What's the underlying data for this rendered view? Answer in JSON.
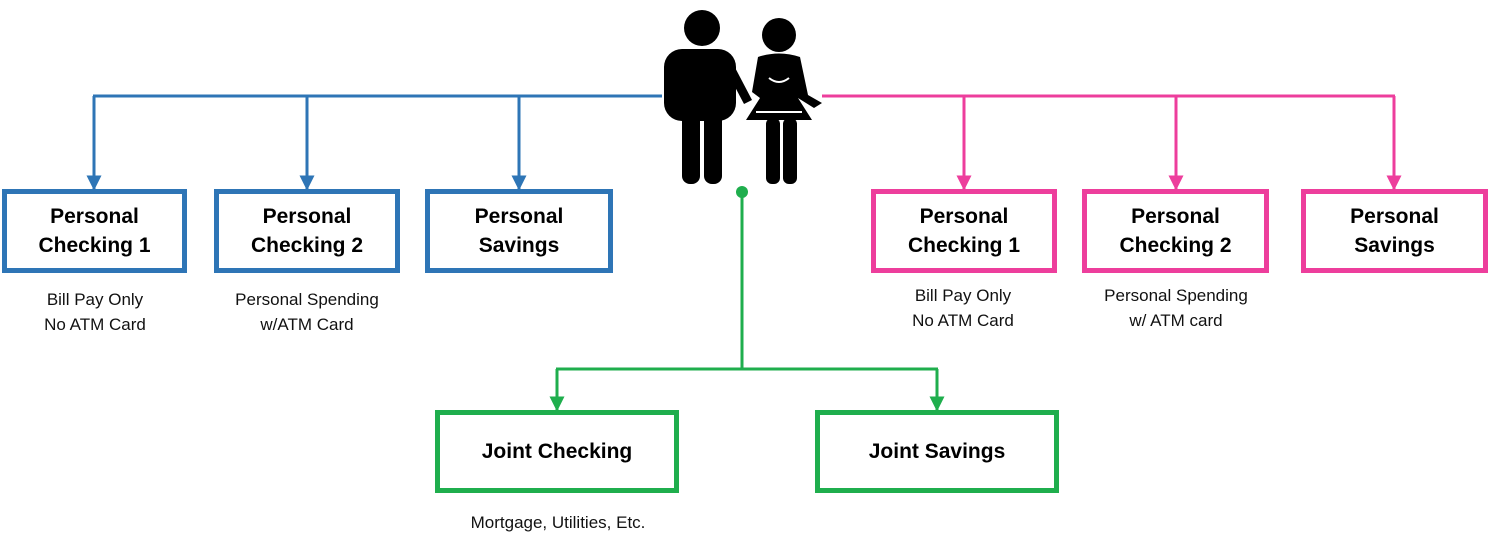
{
  "colors": {
    "left_person": "#2e75b6",
    "right_person": "#ed3e9c",
    "joint": "#1fae4d",
    "figure": "#000000"
  },
  "icons": {
    "couple": "couple-icon"
  },
  "left_accounts": [
    {
      "label": "Personal\nChecking 1",
      "note": "Bill Pay Only\nNo ATM Card"
    },
    {
      "label": "Personal\nChecking 2",
      "note": "Personal Spending\nw/ATM Card"
    },
    {
      "label": "Personal\nSavings",
      "note": ""
    }
  ],
  "right_accounts": [
    {
      "label": "Personal\nChecking 1",
      "note": "Bill Pay Only\nNo ATM Card"
    },
    {
      "label": "Personal\nChecking 2",
      "note": "Personal Spending\nw/ ATM card"
    },
    {
      "label": "Personal\nSavings",
      "note": ""
    }
  ],
  "joint_accounts": [
    {
      "label": "Joint Checking",
      "note": "Mortgage, Utilities, Etc."
    },
    {
      "label": "Joint Savings",
      "note": ""
    }
  ]
}
